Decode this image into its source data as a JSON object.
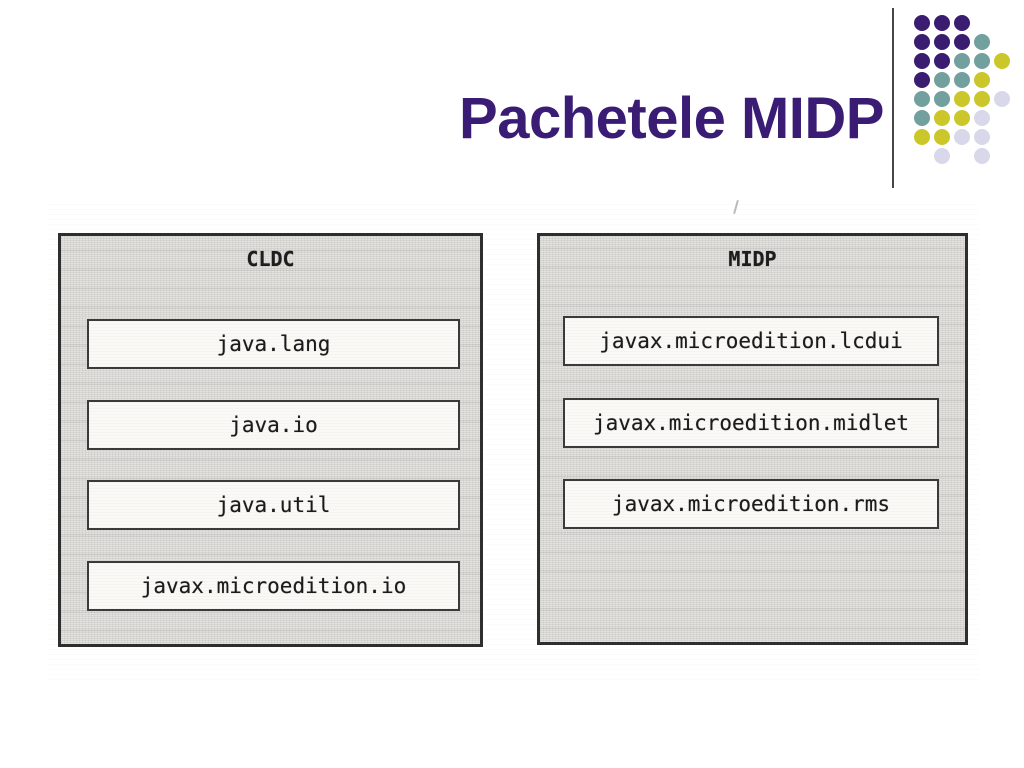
{
  "slide": {
    "title": "Pachetele MIDP",
    "title_color": "#3a1c75"
  },
  "diagram": {
    "left_box": {
      "title": "CLDC",
      "packages": [
        "java.lang",
        "java.io",
        "java.util",
        "javax.microedition.io"
      ]
    },
    "right_box": {
      "title": "MIDP",
      "packages": [
        "javax.microedition.lcdui",
        "javax.microedition.midlet",
        "javax.microedition.rms"
      ]
    }
  },
  "decor": {
    "dot_colors": {
      "P": "#3a1d70",
      "T": "#72a09f",
      "Y": "#cbc72a",
      "L": "#d9d8ea"
    },
    "dot_rows": [
      "PPP..",
      "PPPT.",
      "PPTTY",
      "PTTY.",
      "TTYYL",
      "TYYL.",
      "YYLL.",
      ".L.L."
    ]
  }
}
